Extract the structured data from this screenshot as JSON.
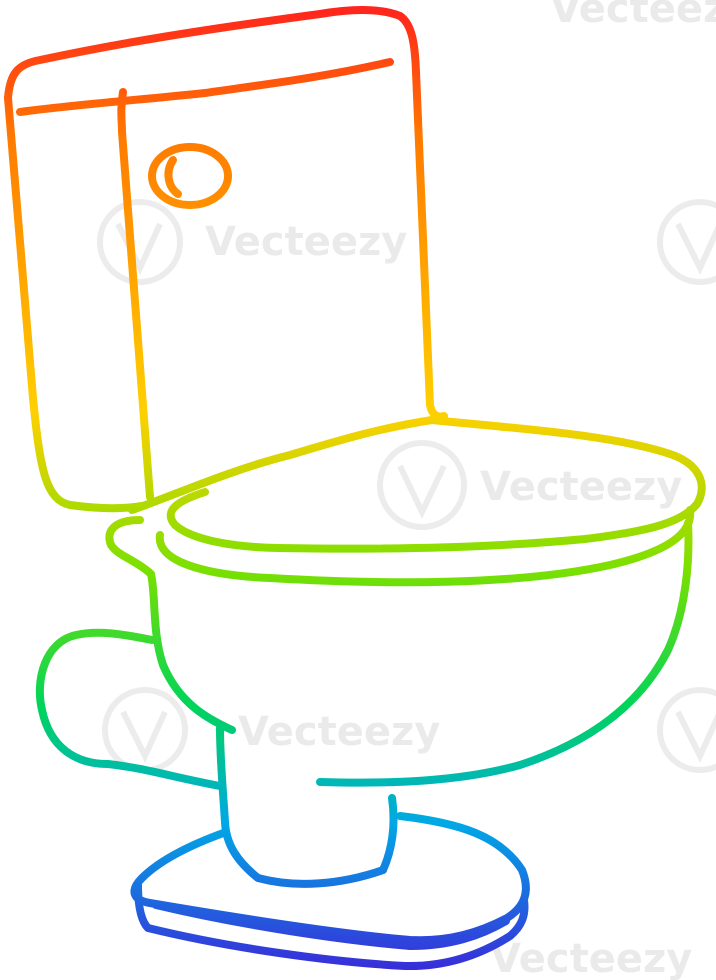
{
  "illustration": {
    "subject": "toilet",
    "style": "rainbow line drawing",
    "gradient_colors": [
      "#ff1f1f",
      "#ff7a00",
      "#ffd000",
      "#7be000",
      "#00d45a",
      "#00a8e6",
      "#3d24d8"
    ]
  },
  "watermark": {
    "text": "Vecteezy"
  }
}
